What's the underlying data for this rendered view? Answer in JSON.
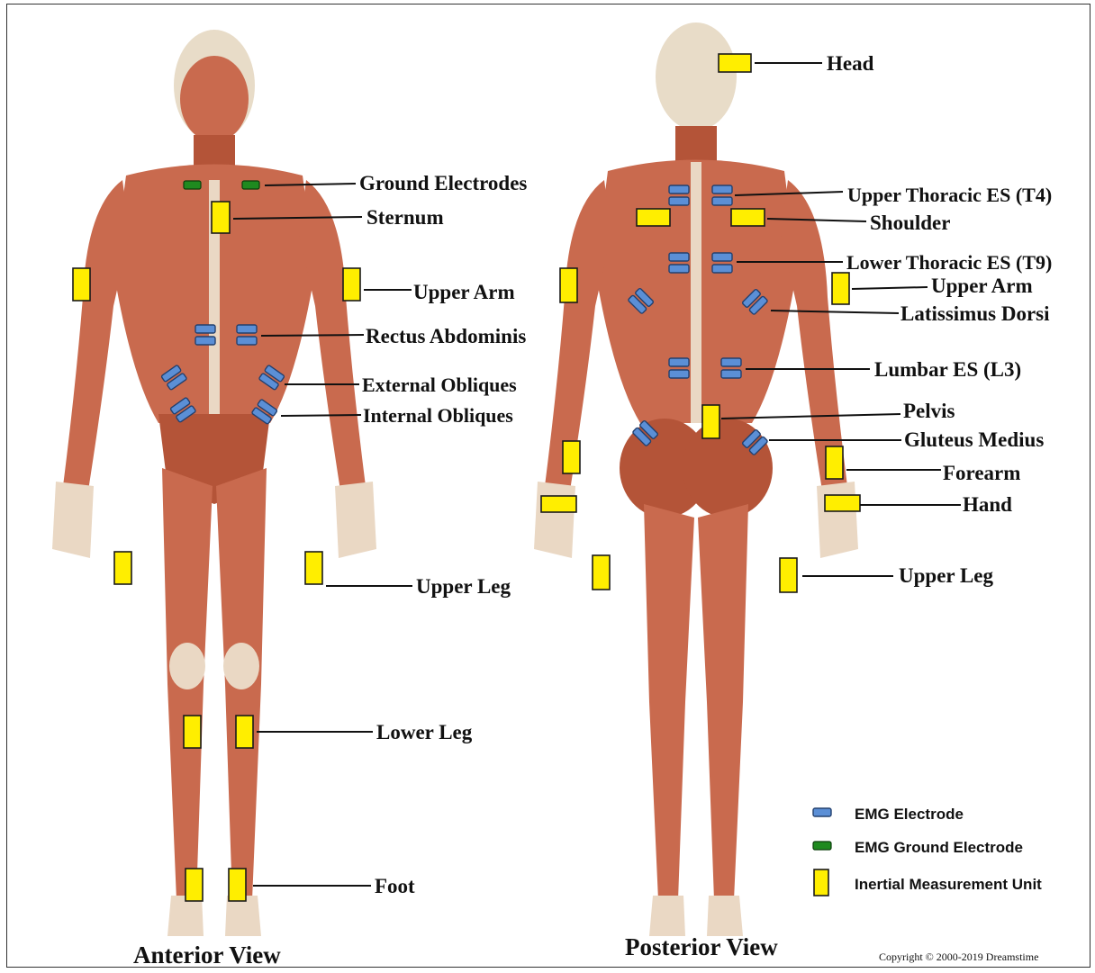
{
  "anterior": {
    "view_title": "Anterior View",
    "labels": {
      "ground": "Ground Electrodes",
      "sternum": "Sternum",
      "upper_arm": "Upper Arm",
      "rectus": "Rectus Abdominis",
      "ext_obl": "External Obliques",
      "int_obl": "Internal Obliques",
      "upper_leg": "Upper Leg",
      "lower_leg": "Lower Leg",
      "foot": "Foot"
    }
  },
  "posterior": {
    "view_title": "Posterior View",
    "labels": {
      "head": "Head",
      "t4": "Upper Thoracic ES (T4)",
      "shoulder": "Shoulder",
      "t9": "Lower Thoracic ES (T9)",
      "upper_arm": "Upper Arm",
      "lat": "Latissimus Dorsi",
      "lumbar": "Lumbar ES (L3)",
      "pelvis": "Pelvis",
      "glut": "Gluteus Medius",
      "forearm": "Forearm",
      "hand": "Hand",
      "upper_leg": "Upper Leg"
    }
  },
  "legend": {
    "emg": "EMG Electrode",
    "ground": "EMG Ground Electrode",
    "imu": "Inertial Measurement Unit"
  },
  "copyright": "Copyright © 2000-2019 Dreamstime",
  "colors": {
    "imu": "#ffee00",
    "emg": "#5b8fd6",
    "ground": "#1f8a1f",
    "muscle": "#c96a4e"
  }
}
